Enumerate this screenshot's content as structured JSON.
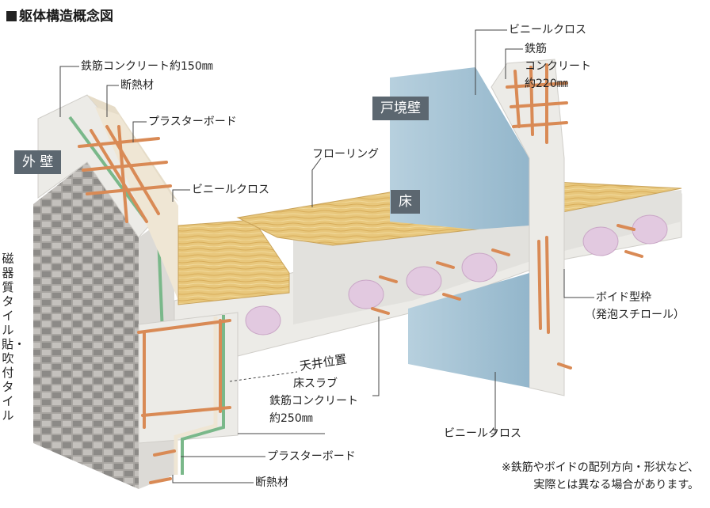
{
  "title": "躯体構造概念図",
  "tags": {
    "exterior_wall": "外 壁",
    "partition_wall": "戸境壁",
    "floor": "床"
  },
  "labels": {
    "rc_150": "鉄筋コンクリート約150㎜",
    "insulation_top": "断熱材",
    "plasterboard_top": "プラスターボード",
    "vinyl_cloth_left": "ビニールクロス",
    "flooring": "フローリング",
    "vinyl_cloth_top": "ビニールクロス",
    "rebar_concrete_220": [
      "鉄筋",
      "コンクリート",
      "約220㎜"
    ],
    "void_form": [
      "ボイド型枠",
      "（発泡スチロール）"
    ],
    "ceiling_position": "天井位置",
    "slab": [
      "床スラブ",
      "鉄筋コンクリート",
      "約250㎜"
    ],
    "vinyl_cloth_bottom": "ビニールクロス",
    "plasterboard_bottom": "プラスターボード",
    "insulation_bottom": "断熱材",
    "tile_vertical": "磁器質タイル貼・吹付タイル"
  },
  "footnote": [
    "※鉄筋やボイドの配列方向・形状など、",
    "実際とは異なる場合があります。"
  ],
  "colors": {
    "concrete": "#ecebe7",
    "tile_dark": "#8c8a87",
    "tile_light": "#bdbab6",
    "wood": "#e8c77c",
    "vinyl_blue": "#a7c4d6",
    "rebar": "#d98a55",
    "void_pink": "#e2c9e0",
    "insulation_green": "#7ab88a",
    "tag_gray": "#5c6770"
  }
}
